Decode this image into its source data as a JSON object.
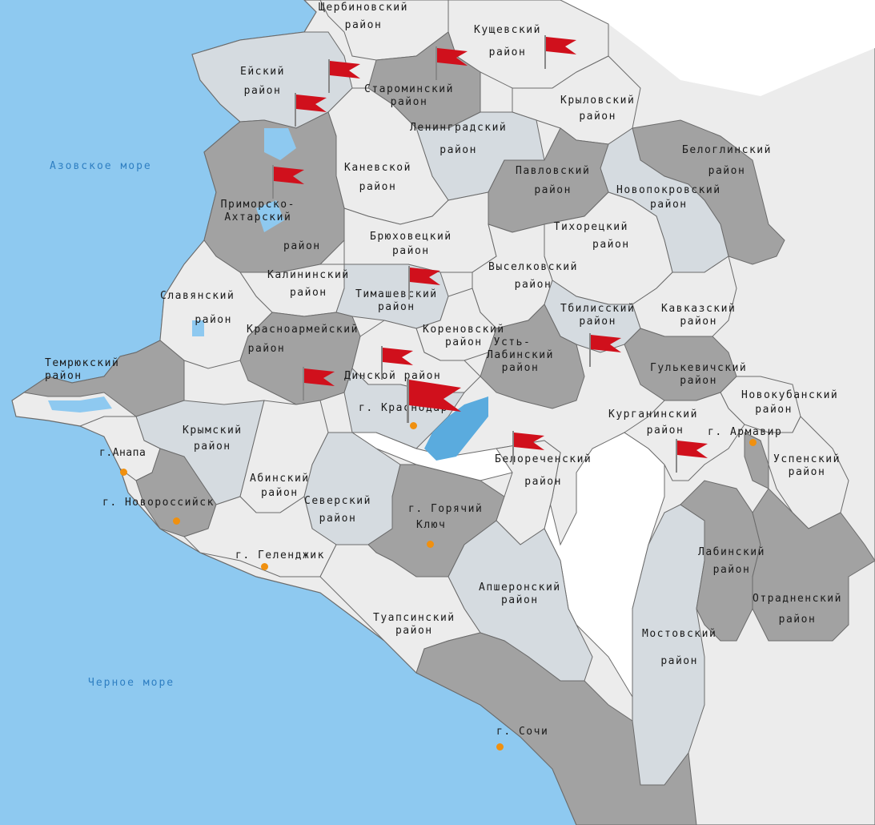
{
  "seas": {
    "azov": "Азовское море",
    "black": "Черное море"
  },
  "districts": [
    {
      "line1": "Щербиновский",
      "line2": "район"
    },
    {
      "line1": "Кущевский",
      "line2": "район"
    },
    {
      "line1": "Ейский",
      "line2": "район"
    },
    {
      "line1": "Староминский",
      "line2": "район"
    },
    {
      "line1": "Крыловский",
      "line2": "район"
    },
    {
      "line1": "Ленинградский",
      "line2": "район"
    },
    {
      "line1": "Белоглинский",
      "line2": "район"
    },
    {
      "line1": "Каневской",
      "line2": "район"
    },
    {
      "line1": "Павловский",
      "line2": "район"
    },
    {
      "line1": "Новопокровский",
      "line2": "район"
    },
    {
      "line1": "Приморско-",
      "line2": "Ахтарский",
      "line3": "район"
    },
    {
      "line1": "Тихорецкий",
      "line2": "район"
    },
    {
      "line1": "Брюховецкий",
      "line2": "район"
    },
    {
      "line1": "Выселковский",
      "line2": "район"
    },
    {
      "line1": "Калининский",
      "line2": "район"
    },
    {
      "line1": "Тимашевский",
      "line2": "район"
    },
    {
      "line1": "Славянский",
      "line2": "район"
    },
    {
      "line1": "Тбилисский",
      "line2": "район"
    },
    {
      "line1": "Кавказский",
      "line2": "район"
    },
    {
      "line1": "Красноармейский",
      "line2": "район"
    },
    {
      "line1": "Кореновский",
      "line2": "район"
    },
    {
      "line1": "Усть-",
      "line2": "Лабинский",
      "line3": "район"
    },
    {
      "line1": "Темрюкский",
      "line2": "район"
    },
    {
      "line1": "Динской район"
    },
    {
      "line1": "Гулькевичский",
      "line2": "район"
    },
    {
      "line1": "Новокубанский",
      "line2": "район"
    },
    {
      "line1": "Курганинский",
      "line2": "район"
    },
    {
      "line1": "Крымский",
      "line2": "район"
    },
    {
      "line1": "Белореченский",
      "line2": "район"
    },
    {
      "line1": "Успенский",
      "line2": "район"
    },
    {
      "line1": "Абинский",
      "line2": "район"
    },
    {
      "line1": "Северский",
      "line2": "район"
    },
    {
      "line1": "Лабинский",
      "line2": "район"
    },
    {
      "line1": "Апшеронский",
      "line2": "район"
    },
    {
      "line1": "Отрадненский",
      "line2": "район"
    },
    {
      "line1": "Туапсинский",
      "line2": "район"
    },
    {
      "line1": "Мостовский",
      "line2": "район"
    }
  ],
  "cities": [
    {
      "name": "г. Краснодар"
    },
    {
      "name": "г. Армавир"
    },
    {
      "name": "г.Анапа"
    },
    {
      "name": "г. Новороссийск"
    },
    {
      "name": "г. Горячий",
      "name2": "Ключ"
    },
    {
      "name": "г. Геленджик"
    },
    {
      "name": "г. Сочи"
    }
  ],
  "colors": {
    "sea": "#8ec9f0",
    "sea_dark": "#5aabde",
    "land_light": "#ececec",
    "land_medium": "#d5dbe0",
    "land_dark": "#a2a2a2",
    "border": "#6b6b6b",
    "flag": "#d0101c",
    "city_marker": "#f0900f"
  },
  "icons": {
    "flag": "red-flag-marker-icon",
    "city": "orange-city-dot-icon"
  }
}
